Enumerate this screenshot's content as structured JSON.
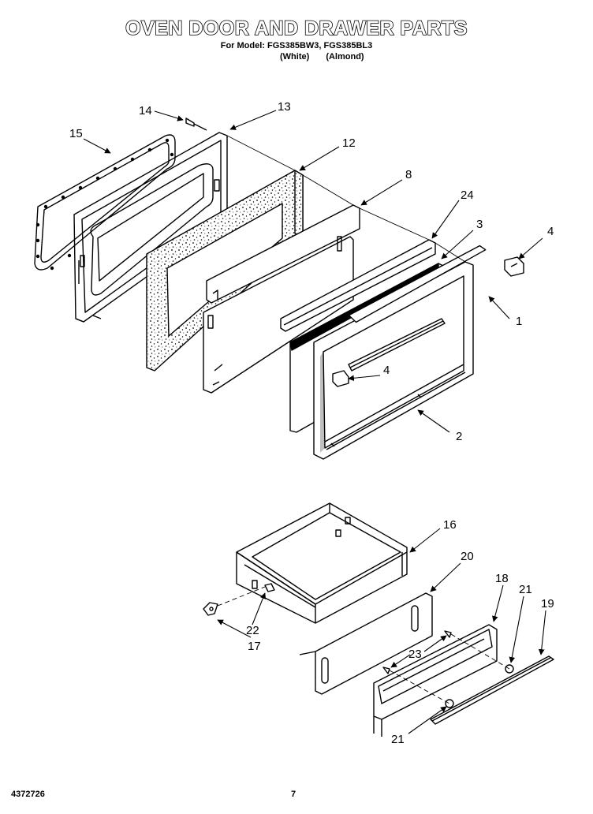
{
  "header": {
    "title": "OVEN DOOR AND DRAWER PARTS",
    "models_line": "For Model: FGS385BW3, FGS385BL3",
    "variant_white": "(White)",
    "variant_almond": "(Almond)"
  },
  "callouts": {
    "c1": "1",
    "c2": "2",
    "c3": "3",
    "c4a": "4",
    "c4b": "4",
    "c8": "8",
    "c12": "12",
    "c13": "13",
    "c14": "14",
    "c15": "15",
    "c16": "16",
    "c17": "17",
    "c18": "18",
    "c19": "19",
    "c20": "20",
    "c21a": "21",
    "c21b": "21",
    "c22": "22",
    "c23": "23",
    "c24": "24"
  },
  "footer": {
    "doc_number": "4372726",
    "page_number": "7"
  }
}
